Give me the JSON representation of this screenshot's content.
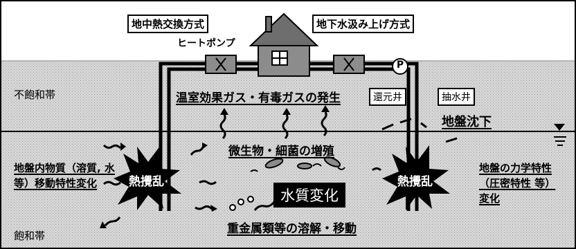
{
  "methods": {
    "ground_heat_exchange": "地中熱交換方式",
    "groundwater_pumping": "地下水汲み上げ方式"
  },
  "equipment": {
    "heat_pump": "ヒートポンプ",
    "pump_symbol": "P",
    "return_well": "還元井",
    "pumping_well": "抽水井"
  },
  "zones": {
    "unsaturated": "不飽和帯",
    "saturated": "飽和帯"
  },
  "effects": {
    "gas_generation": "温室効果ガス・有毒ガスの発生",
    "land_subsidence": "地盤沈下",
    "microbe_growth": "微生物・細菌の増殖",
    "heat_disturbance": "熱攪乱",
    "water_quality_change": "水質変化",
    "heavy_metals": "重金属類等の溶解・移動",
    "substance_transport": "地盤内物質（溶質, 水 等）移動特性変化",
    "mechanical_properties": "地盤の力学特性（圧密特性 等）変化"
  },
  "colors": {
    "background": "#ffffff",
    "ground_fill": "#d6d6d6",
    "pipe": "#000000",
    "exchanger": "#8c8c8c"
  }
}
